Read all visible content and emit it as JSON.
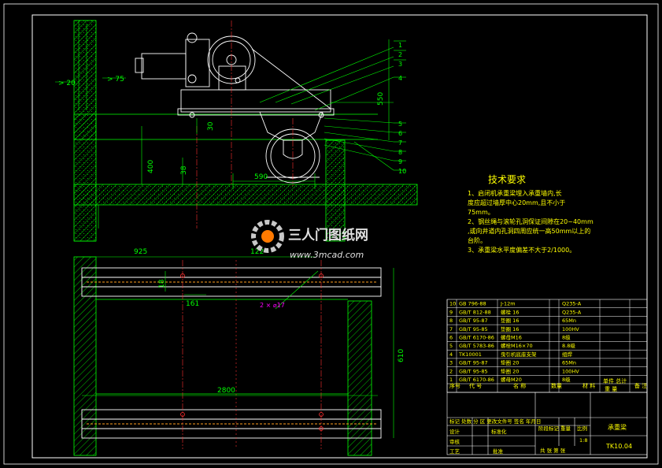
{
  "colors": {
    "background": "#000000",
    "frame": "#ffffff",
    "wall_hatch": "#00ff00",
    "machine": "#ffffff",
    "centerline": "#ff3030",
    "rail": "#ffa020",
    "dimension": "#00ff00",
    "tech_text": "#ffff00",
    "table_text": "#ffff00",
    "leader": "#00ff00",
    "annotation_magenta": "#ff00ff",
    "watermark": "#c8c8c8"
  },
  "dims": {
    "gt20": "> 20",
    "gt75": "> 75",
    "d550": "550",
    "d30": "30",
    "d400": "400",
    "d38": "38",
    "d590": "590",
    "d925": "925",
    "d122": "122",
    "d18": "18",
    "d161": "161",
    "d2800": "2800",
    "d610": "610",
    "hole": "2 × ⌀17"
  },
  "leaders": [
    "1",
    "2",
    "3",
    "4",
    "5",
    "6",
    "7",
    "8",
    "9",
    "10"
  ],
  "tech": {
    "title": "技术要求",
    "lines": [
      "1、启闭机承重梁埋入承重墙内,长",
      "   度应超过墙厚中心20mm,且不小于",
      "   75mm。",
      "2、钢丝绳与滚轮孔洞保证间隙在20~40mm",
      "   ,或向井道内孔洞四周应统一高50mm以上的",
      "   台阶。",
      "3、承重梁水平度偏差不大于2/1000。"
    ]
  },
  "watermark": {
    "name": "三人门图纸网",
    "url": "www.3mcad.com"
  },
  "parts": [
    {
      "no": "10",
      "code": "GB 796-88",
      "name": "J-12m",
      "qty": "",
      "mat": "Q235-A",
      "remark": ""
    },
    {
      "no": "9",
      "code": "GB/T 812-88",
      "name": "螺栓 16",
      "qty": "",
      "mat": "Q235-A",
      "remark": ""
    },
    {
      "no": "8",
      "code": "GB/T 95-87",
      "name": "垫圈 16",
      "qty": "",
      "mat": "65Mn",
      "remark": ""
    },
    {
      "no": "7",
      "code": "GB/T 95-85",
      "name": "垫圈 16",
      "qty": "",
      "mat": "100HV",
      "remark": ""
    },
    {
      "no": "6",
      "code": "GB/T 6170-86",
      "name": "螺母M16",
      "qty": "",
      "mat": "8级",
      "remark": ""
    },
    {
      "no": "5",
      "code": "GB/T 5783-86",
      "name": "螺栓M16×70",
      "qty": "",
      "mat": "8.8级",
      "remark": ""
    },
    {
      "no": "4",
      "code": "TK10001",
      "name": "曳引机底座支架",
      "qty": "",
      "mat": "组焊",
      "remark": ""
    },
    {
      "no": "3",
      "code": "GB/T 95-87",
      "name": "垫圈 20",
      "qty": "",
      "mat": "65Mn",
      "remark": ""
    },
    {
      "no": "2",
      "code": "GB/T 95-85",
      "name": "垫圈 20",
      "qty": "",
      "mat": "100HV",
      "remark": ""
    },
    {
      "no": "1",
      "code": "GB/T 6170-86",
      "name": "螺母M20",
      "qty": "",
      "mat": "8级",
      "remark": ""
    }
  ],
  "parts_header": {
    "no": "序号",
    "code": "代 号",
    "name": "名 称",
    "qty": "数量",
    "mat": "材 料",
    "unit": "单件 总计",
    "weight": "重 量",
    "remark": "备 注"
  },
  "title_block": {
    "row1": "标记 处数 分 区 更改文件号 签名 年月日",
    "design": "设计",
    "std": "标准化",
    "check": "审核",
    "process": "工艺",
    "approve": "批准",
    "stage": "阶段标记",
    "weight": "重量",
    "scale": "比例",
    "scale_val": "1:8",
    "sheet": "共 张 第 张",
    "drawing_name": "承重梁",
    "drawing_no": "TK10.04"
  }
}
